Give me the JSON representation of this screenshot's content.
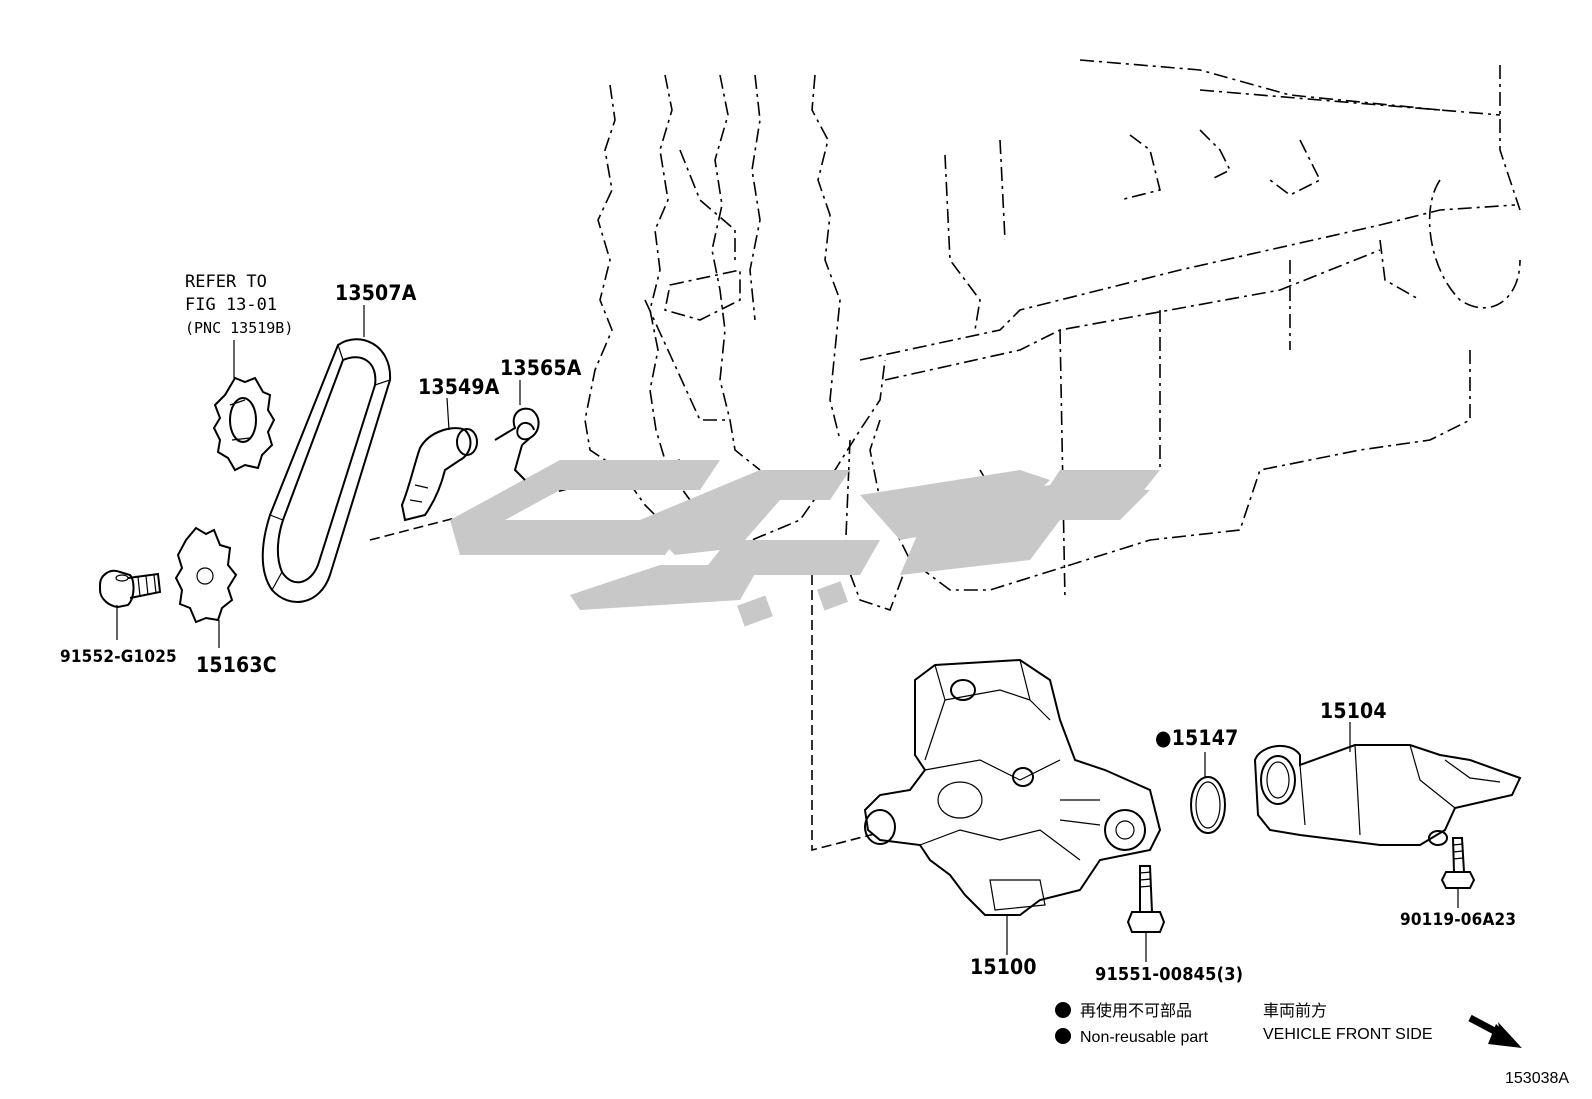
{
  "notes": {
    "refer_line1": "REFER TO",
    "refer_line2": "FIG 13-01",
    "refer_line3": "(PNC 13519B)"
  },
  "parts": {
    "p13507A": "13507A",
    "p13549A": "13549A",
    "p13565A": "13565A",
    "p91552": "91552-G1025",
    "p15163C": "15163C",
    "p15100": "15100",
    "p15147": "●15147",
    "p15104": "15104",
    "p91551": "91551-00845(3)",
    "p90119": "90119-06A23"
  },
  "legend": {
    "jp_nonreusable": "再使用不可部品",
    "en_nonreusable": "Non-reusable part",
    "jp_front": "車両前方",
    "en_front": "VEHICLE FRONT SIDE"
  },
  "figure_id": "153038A",
  "watermark_color": "#c8c8c8"
}
